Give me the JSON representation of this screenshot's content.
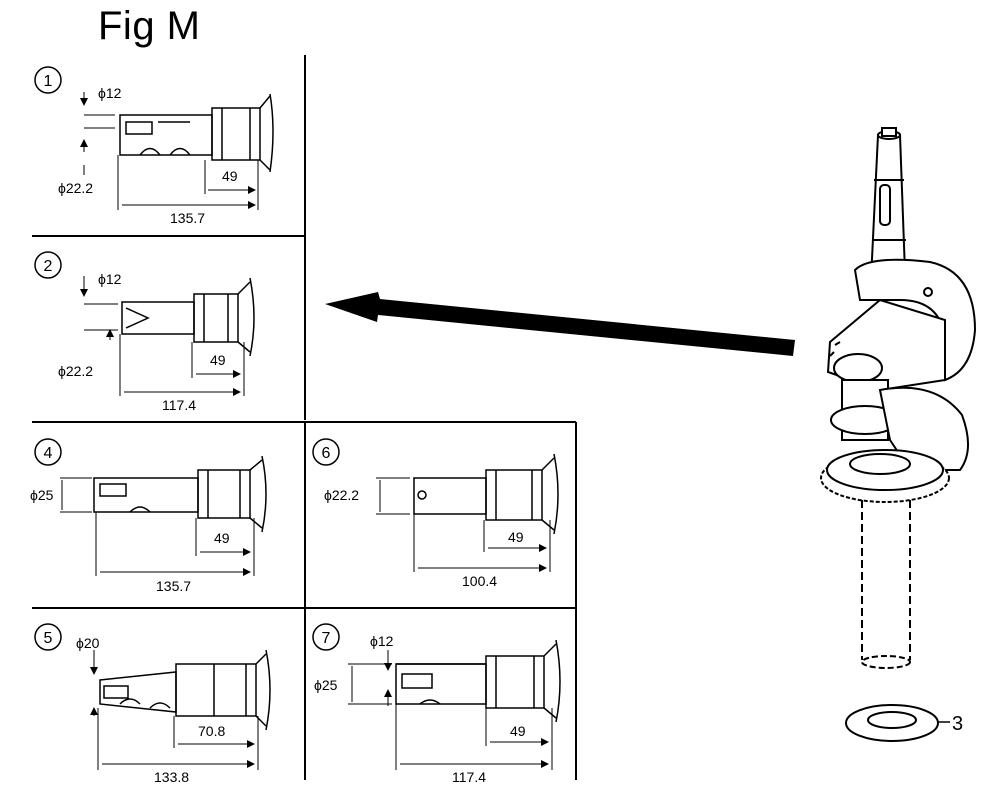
{
  "figure": {
    "title": "Fig M"
  },
  "panels": [
    {
      "number": "1",
      "small_dia": "ϕ12",
      "large_dia": "ϕ22.2",
      "length_short": "49",
      "length_total": "135.7"
    },
    {
      "number": "2",
      "small_dia": "ϕ12",
      "large_dia": "ϕ22.2",
      "length_short": "49",
      "length_total": "117.4"
    },
    {
      "number": "4",
      "large_dia": "ϕ25",
      "length_short": "49",
      "length_total": "135.7"
    },
    {
      "number": "6",
      "large_dia": "ϕ22.2",
      "length_short": "49",
      "length_total": "100.4"
    },
    {
      "number": "5",
      "small_dia": "ϕ20",
      "length_short": "70.8",
      "length_total": "133.8"
    },
    {
      "number": "7",
      "small_dia": "ϕ12",
      "large_dia": "ϕ25",
      "length_short": "49",
      "length_total": "117.4"
    }
  ],
  "crankshaft": {
    "washer_callout": "3"
  }
}
